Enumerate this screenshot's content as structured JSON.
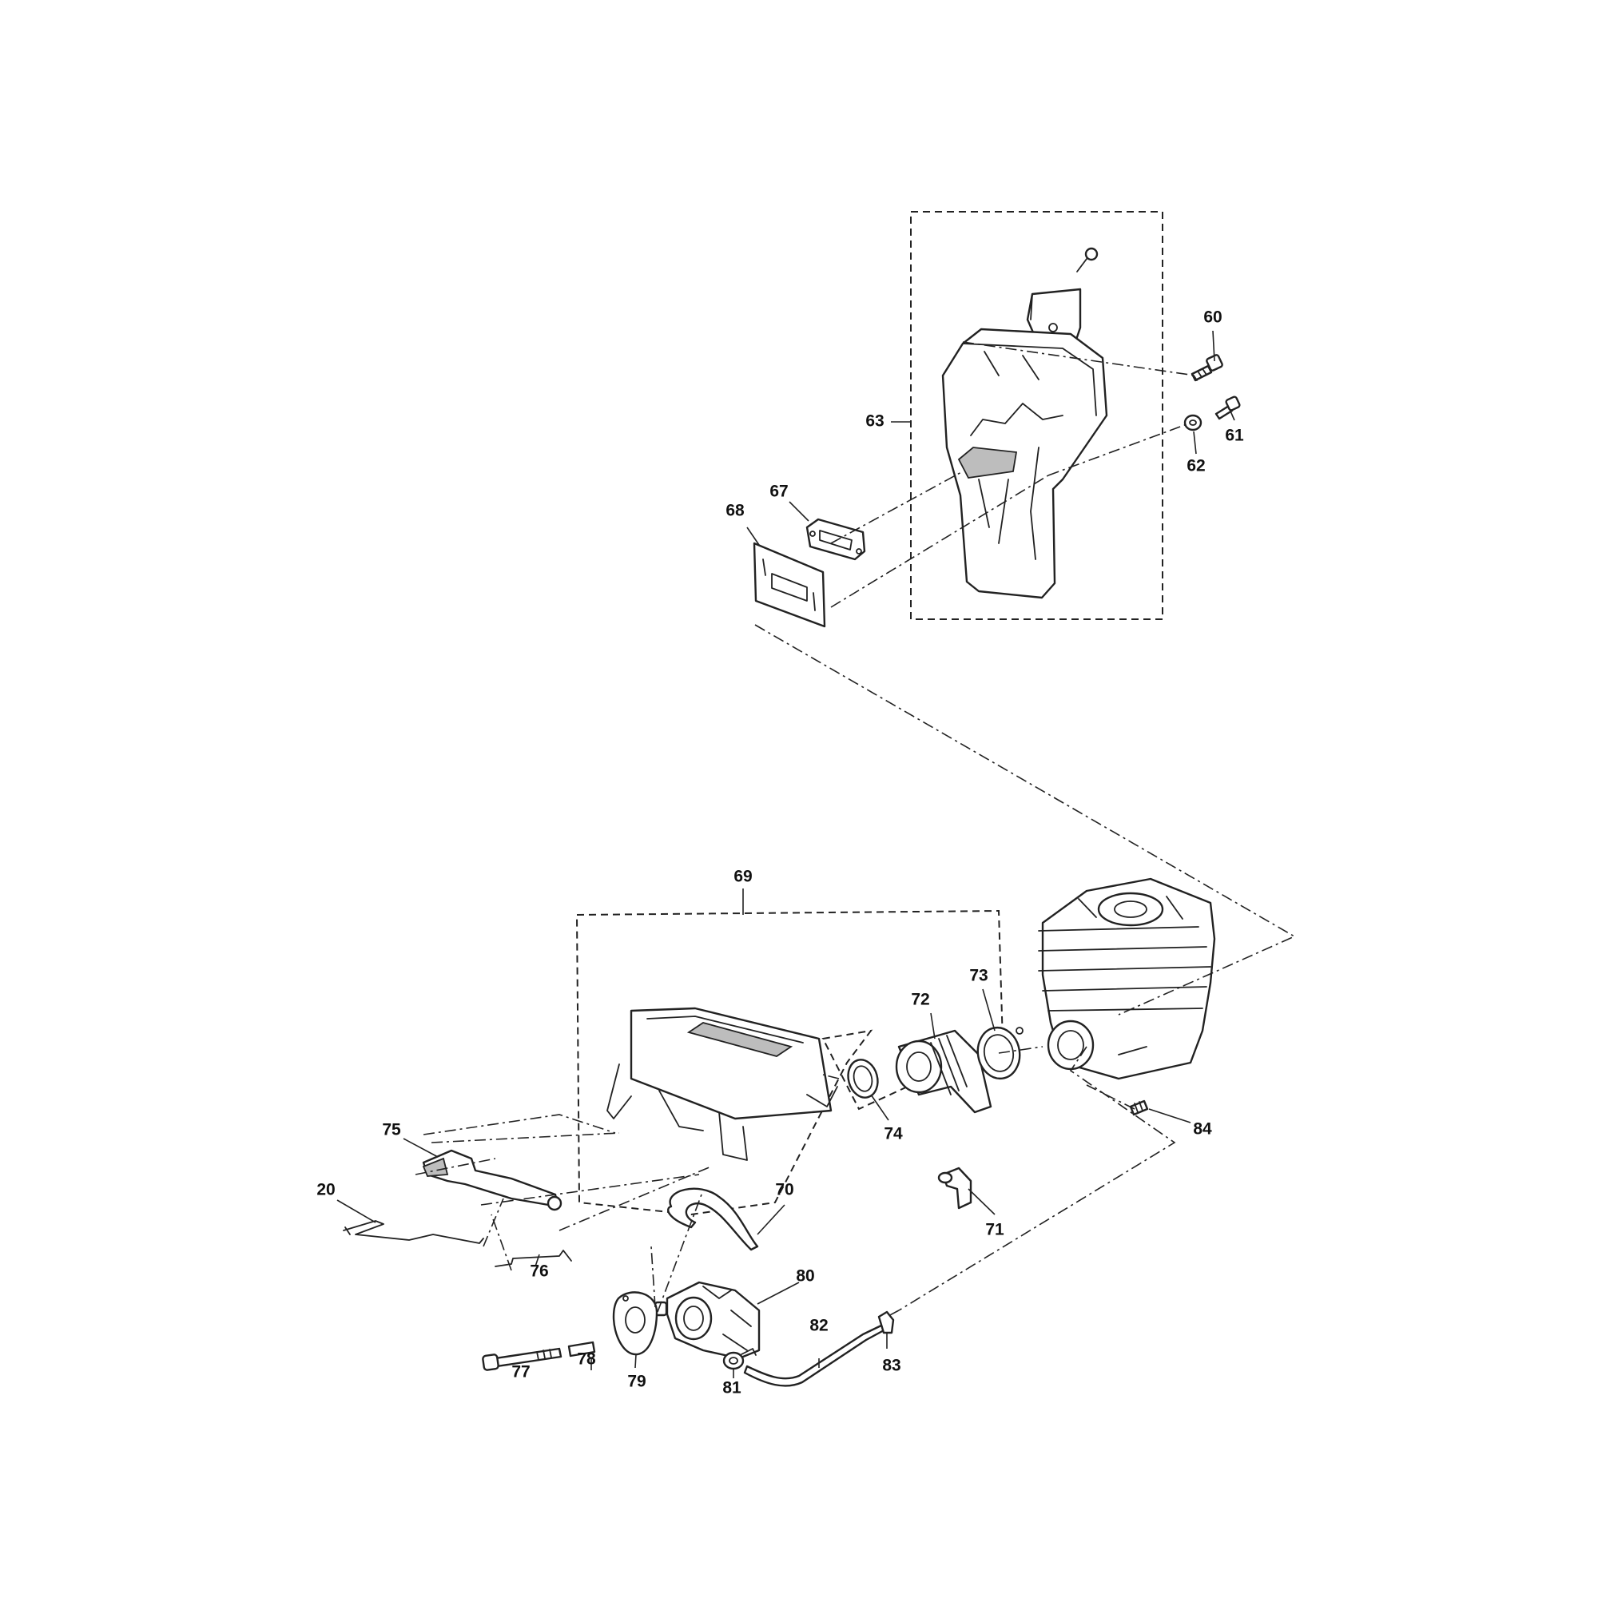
{
  "callouts": [
    {
      "id": "60",
      "label": "60"
    },
    {
      "id": "61",
      "label": "61"
    },
    {
      "id": "62",
      "label": "62"
    },
    {
      "id": "63",
      "label": "63"
    },
    {
      "id": "67",
      "label": "67"
    },
    {
      "id": "68",
      "label": "68"
    },
    {
      "id": "69",
      "label": "69"
    },
    {
      "id": "70",
      "label": "70"
    },
    {
      "id": "71",
      "label": "71"
    },
    {
      "id": "72",
      "label": "72"
    },
    {
      "id": "73",
      "label": "73"
    },
    {
      "id": "74",
      "label": "74"
    },
    {
      "id": "75",
      "label": "75"
    },
    {
      "id": "20",
      "label": "20"
    },
    {
      "id": "76",
      "label": "76"
    },
    {
      "id": "77",
      "label": "77"
    },
    {
      "id": "78",
      "label": "78"
    },
    {
      "id": "79",
      "label": "79"
    },
    {
      "id": "80",
      "label": "80"
    },
    {
      "id": "81",
      "label": "81"
    },
    {
      "id": "82",
      "label": "82"
    },
    {
      "id": "83",
      "label": "83"
    },
    {
      "id": "84",
      "label": "84"
    }
  ]
}
